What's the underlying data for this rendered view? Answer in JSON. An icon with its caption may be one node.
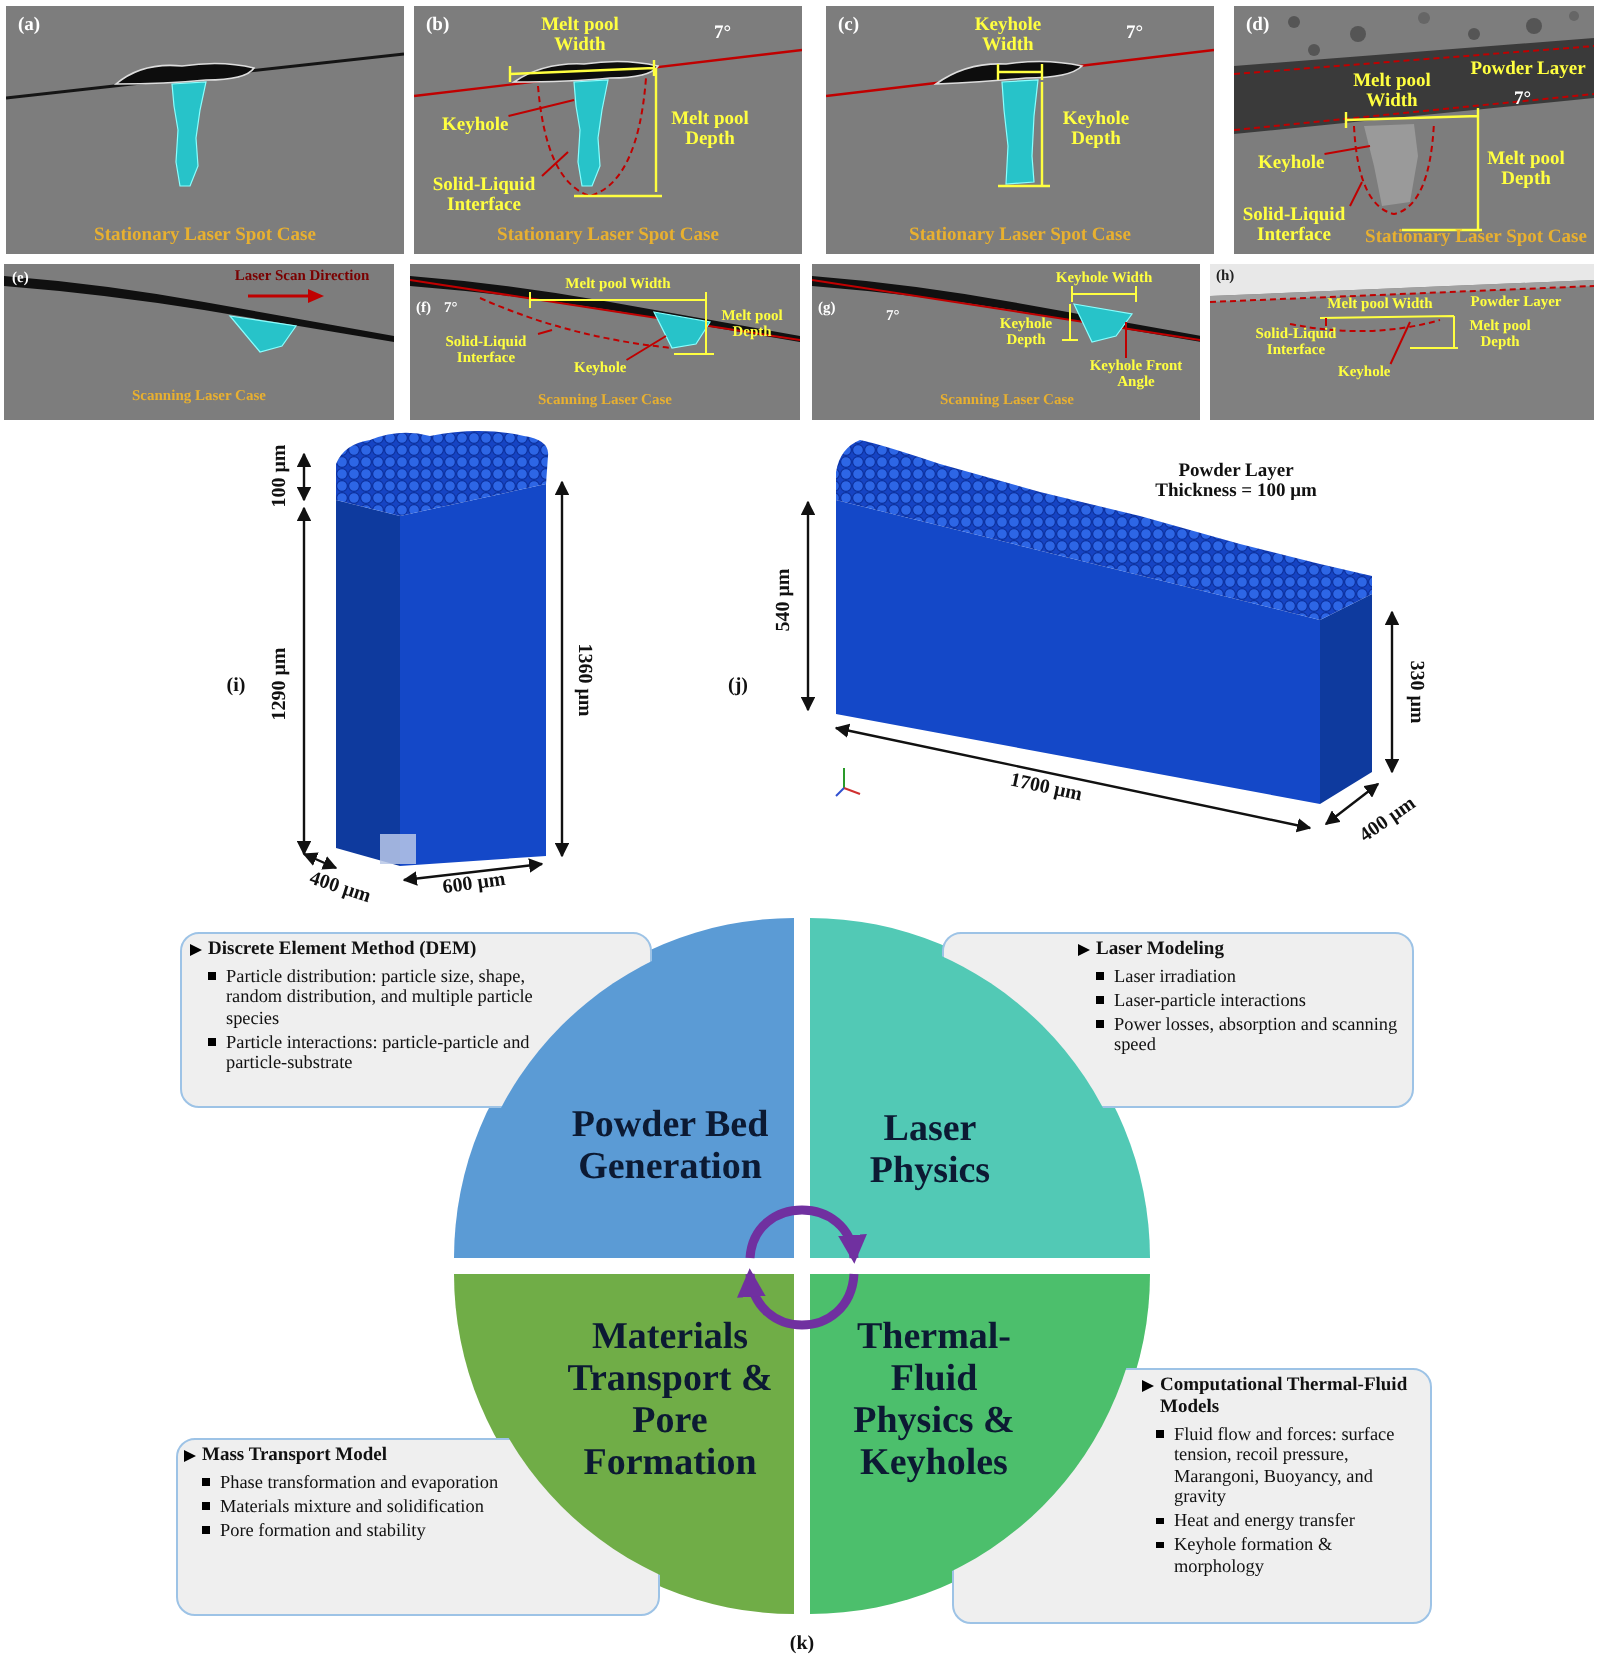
{
  "diagram": {
    "nodes": [
      {
        "text": [
          "(a)",
          "Stationary Laser Spot Case"
        ]
      },
      {
        "text": [
          "(b)",
          "Melt pool Width",
          "7°",
          "Melt pool Depth",
          "Stationary Laser Spot Case"
        ]
      },
      {
        "text": [
          "Keyhole"
        ],
        "in": 1
      },
      {
        "text": [
          "Solid-Liquid Interface"
        ],
        "in": 1
      },
      {
        "text": [
          "(c)",
          "Keyhole Width",
          "7°",
          "Keyhole Depth",
          "Stationary Laser Spot Case"
        ]
      },
      {
        "text": [
          "(d)",
          "Powder Layer",
          "Melt pool Width",
          "7°",
          "Melt pool Depth",
          "Stationary Laser Spot Case"
        ]
      },
      {
        "text": [
          "Keyhole"
        ],
        "in": 5
      },
      {
        "text": [
          "Solid-Liquid Interface"
        ],
        "in": 5
      },
      {
        "text": [
          "(e)",
          "Laser Scan Direction",
          "Scanning Laser Case"
        ]
      },
      {
        "text": [
          "(f)",
          "7°",
          "Melt pool Width",
          "Melt pool Depth",
          "Scanning Laser Case"
        ]
      },
      {
        "text": [
          "Solid-Liquid Interface"
        ],
        "in": 9
      },
      {
        "text": [
          "Keyhole"
        ],
        "in": 9
      },
      {
        "text": [
          "(g)",
          "7°",
          "Keyhole Width",
          "Keyhole Depth",
          "Scanning Laser Case"
        ]
      },
      {
        "text": [
          "Keyhole Front Angle"
        ],
        "in": 12
      },
      {
        "text": [
          "(h)",
          "Melt pool Width",
          "Powder Layer",
          "Melt pool Depth"
        ]
      },
      {
        "text": [
          "Solid-Liquid Interface"
        ],
        "in": 14
      },
      {
        "text": [
          "Keyhole"
        ],
        "in": 14
      },
      {
        "text": [
          "Powder Bed Generation"
        ]
      },
      {
        "text": [
          "Laser Physics"
        ]
      },
      {
        "text": [
          "Materials Transport & Pore Formation"
        ]
      },
      {
        "text": [
          "Thermal-Fluid Physics & Keyholes"
        ]
      },
      {
        "text": [
          "Discrete Element Method (DEM)",
          "Particle distribution: particle size, shape, random distribution, and multiple particle species",
          "Particle interactions: particle-particle and particle-substrate"
        ]
      },
      {
        "text": [
          "Laser Modeling",
          "Laser irradiation",
          "Laser-particle interactions",
          "Power losses, absorption and scanning speed"
        ]
      },
      {
        "text": [
          "Mass Transport Model",
          "Phase transformation and evaporation",
          "Materials mixture and solidification",
          "Pore formation and stability"
        ]
      },
      {
        "text": [
          "Computational Thermal-Fluid Models",
          "Fluid flow and forces: surface tension, recoil pressure, Marangoni, Buoyancy, and gravity",
          "Heat and energy transfer",
          "Keyhole formation & morphology"
        ]
      }
    ],
    "edges": [
      {
        "from": 2,
        "to": null,
        "arrow": "none"
      },
      {
        "from": 3,
        "to": null,
        "arrow": "none"
      },
      {
        "from": 6,
        "to": null,
        "arrow": "none"
      },
      {
        "from": 7,
        "to": null,
        "arrow": "none"
      },
      {
        "from": 10,
        "to": null,
        "arrow": "none"
      },
      {
        "from": 11,
        "to": null,
        "arrow": "none"
      },
      {
        "from": 13,
        "to": null,
        "arrow": "none"
      },
      {
        "from": 15,
        "to": null,
        "arrow": "none"
      },
      {
        "from": 16,
        "to": null,
        "arrow": "none"
      },
      {
        "from": 17,
        "to": 18,
        "arrow": "to",
        "style": "thick",
        "color": "#7030a0"
      },
      {
        "from": 20,
        "to": 19,
        "arrow": "to",
        "style": "thick",
        "color": "#7030a0"
      }
    ],
    "labels": [
      "100 μm",
      "1290 μm",
      "(i)",
      "1360 μm",
      "400 μm",
      "600 μm",
      "Powder Layer Thickness = 100 μm",
      "540 μm",
      "(j)",
      "330 μm",
      "1700 μm",
      "400 μm",
      "(k)"
    ]
  }
}
